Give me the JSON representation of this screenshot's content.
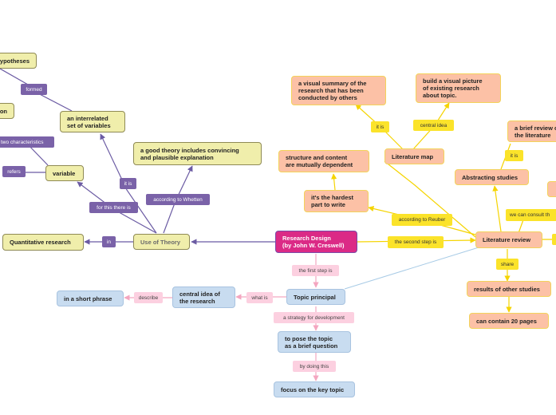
{
  "nodes": {
    "hypotheses": "hypotheses",
    "ion_fragment": "ion",
    "interrelated": "an interrelated\nset of variables",
    "variable": "variable",
    "good_theory": "a good theory includes convincing\nand plausible explanation",
    "quantitative": "Quantitative research",
    "use_of_theory": "Use of Theory",
    "research_design": "Research Design\n(by John W. Creswell)",
    "topic_principal": "Topic principal",
    "central_idea_research": "central idea of\nthe research",
    "short_phrase": "in a short phrase",
    "pose_topic": "to pose the topic\nas a brief question",
    "focus_key": "focus on the key topic",
    "visual_summary": "a visual summary of the\nresearch that has been\nconducted by others",
    "build_visual": "build a visual picture\nof existing research\nabout topic.",
    "literature_map": "Literature map",
    "structure_content": "structure and content\nare mutually dependent",
    "hardest_part": "it's the hardest\npart to write",
    "abstracting": "Abstracting studies",
    "brief_review": "a brief review of\nthe literature",
    "literature_review": "Literature review",
    "results_other": "results of other studies",
    "contain_20": "can contain 20 pages"
  },
  "links": {
    "formed": "formed",
    "two_characteristics": "two characteristics",
    "refers": "refers",
    "it_is_theory": "it is",
    "for_this": "for this there is",
    "according_whetten": "according to Whetten",
    "in": "in",
    "first_step": "the first step is",
    "what_is": "what is",
    "describe": "describe",
    "strategy": "a strategy for development",
    "by_doing": "by doing this",
    "second_step": "the second step is",
    "it_is_map": "it is",
    "central_idea_link": "central idea",
    "according_reuber": "according to Reuber",
    "it_is_review": "it is",
    "consult": "we can consult th",
    "share": "share"
  },
  "colors": {
    "purple_line": "#6b5ba3",
    "yellow_line": "#f5d400",
    "pink_line": "#f4a6c0",
    "blue_line": "#a8cbe6"
  }
}
